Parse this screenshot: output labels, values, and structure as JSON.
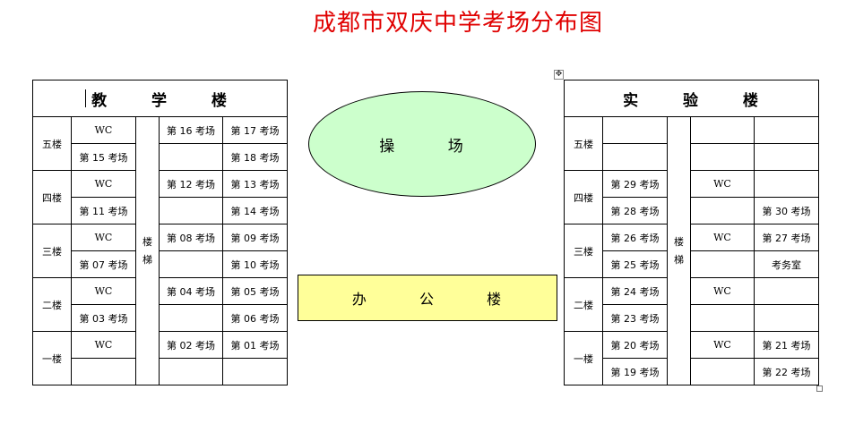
{
  "title": "成都市双庆中学考场分布图",
  "teaching_building": {
    "name": "教 学 楼",
    "stair": [
      "楼",
      "梯"
    ],
    "floors": [
      {
        "label": "五楼",
        "rows": [
          [
            "WC",
            "第 16 考场",
            "第 17 考场"
          ],
          [
            "第 15 考场",
            "",
            "第 18 考场"
          ]
        ]
      },
      {
        "label": "四楼",
        "rows": [
          [
            "WC",
            "第 12 考场",
            "第 13 考场"
          ],
          [
            "第 11 考场",
            "",
            "第 14 考场"
          ]
        ]
      },
      {
        "label": "三楼",
        "rows": [
          [
            "WC",
            "第 08 考场",
            "第 09 考场"
          ],
          [
            "第 07 考场",
            "",
            "第 10 考场"
          ]
        ]
      },
      {
        "label": "二楼",
        "rows": [
          [
            "WC",
            "第 04 考场",
            "第 05 考场"
          ],
          [
            "第 03 考场",
            "",
            "第 06 考场"
          ]
        ]
      },
      {
        "label": "一楼",
        "rows": [
          [
            "WC",
            "第 02 考场",
            "第 01 考场"
          ],
          [
            "",
            "",
            ""
          ]
        ]
      }
    ]
  },
  "lab_building": {
    "name": "实 验 楼",
    "stair": [
      "楼",
      "梯"
    ],
    "floors": [
      {
        "label": "五楼",
        "rows": [
          [
            "",
            "",
            ""
          ],
          [
            "",
            "",
            ""
          ]
        ]
      },
      {
        "label": "四楼",
        "rows": [
          [
            "第 29 考场",
            "WC",
            ""
          ],
          [
            "第 28 考场",
            "",
            "第 30 考场"
          ]
        ]
      },
      {
        "label": "三楼",
        "rows": [
          [
            "第 26 考场",
            "WC",
            "第 27 考场"
          ],
          [
            "第 25 考场",
            "",
            "考务室"
          ]
        ]
      },
      {
        "label": "二楼",
        "rows": [
          [
            "第 24 考场",
            "WC",
            ""
          ],
          [
            "第 23 考场",
            "",
            ""
          ]
        ]
      },
      {
        "label": "一楼",
        "rows": [
          [
            "第 20 考场",
            "WC",
            "第 21 考场"
          ],
          [
            "第 19 考场",
            "",
            "第 22 考场"
          ]
        ]
      }
    ]
  },
  "playground": {
    "label": "操 场",
    "color": "#ccffcc"
  },
  "office_building": {
    "label": "办 公 楼",
    "color": "#ffff99"
  },
  "icons": {
    "table_anchor": "move-anchor-icon",
    "resize": "resize-handle-icon"
  },
  "colors": {
    "title": "#e00000"
  }
}
